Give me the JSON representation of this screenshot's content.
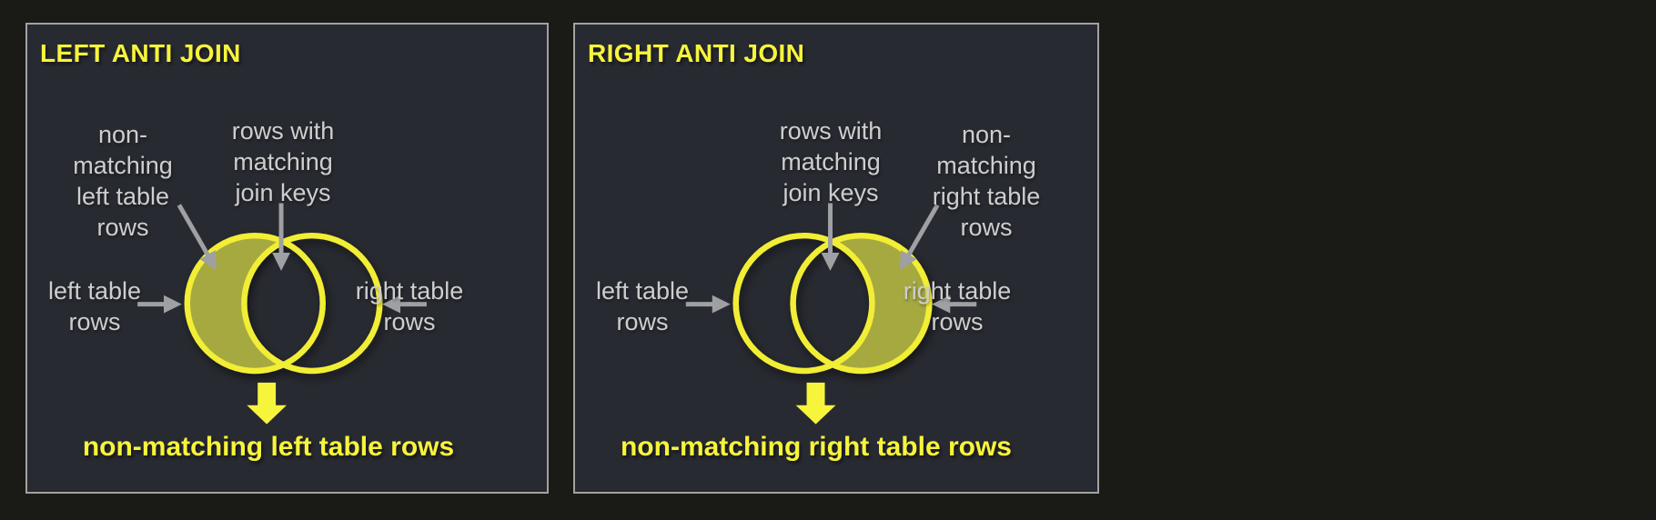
{
  "colors": {
    "page_background": "#1a1a17",
    "panel_background": "#282a31",
    "panel_border": "#a2a2a2",
    "accent_yellow": "#f7f43c",
    "circle_stroke_yellow": "#f2ee35",
    "highlight_fill_olive": "#a6a93f",
    "label_gray": "#cecece",
    "arrow_gray": "#9fa0a3"
  },
  "icons": {
    "callout_arrow": "gray-pointer-arrow",
    "result_arrow": "yellow-block-down-arrow"
  },
  "panels": [
    {
      "title": "LEFT ANTI JOIN",
      "highlighted_region": "left-circle-minus-overlap",
      "labels": {
        "non_matching": [
          "non-",
          "matching",
          "left table",
          "rows"
        ],
        "matching_keys": [
          "rows with",
          "matching",
          "join keys"
        ],
        "left_table": [
          "left table",
          "rows"
        ],
        "right_table": [
          "right table",
          "rows"
        ]
      },
      "result": "non-matching left table rows"
    },
    {
      "title": "RIGHT ANTI JOIN",
      "highlighted_region": "right-circle-minus-overlap",
      "labels": {
        "non_matching": [
          "non-",
          "matching",
          "right table",
          "rows"
        ],
        "matching_keys": [
          "rows with",
          "matching",
          "join keys"
        ],
        "left_table": [
          "left table",
          "rows"
        ],
        "right_table": [
          "right table",
          "rows"
        ]
      },
      "result": "non-matching right table rows"
    }
  ]
}
